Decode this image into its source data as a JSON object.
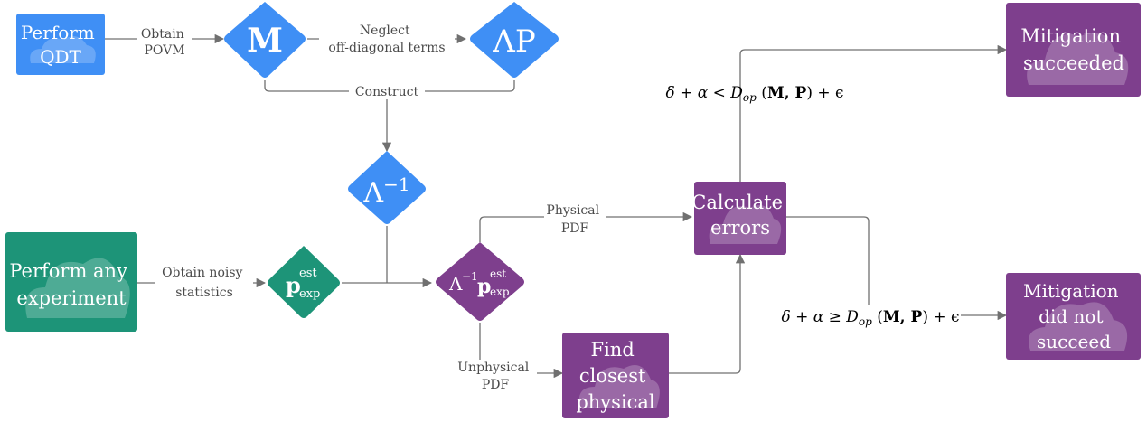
{
  "colors": {
    "blue": "#3f8ff5",
    "teal": "#1d9478",
    "purple": "#7e3f8d",
    "edge": "#707070"
  },
  "nodes": {
    "perform_qdt": [
      "Perform",
      "QDT"
    ],
    "m": "M",
    "lambda_p": "ΛP",
    "lambda_inv": {
      "base": "Λ",
      "sup": "−1"
    },
    "perform_experiment": [
      "Perform any",
      "experiment"
    ],
    "p_est": {
      "base": "p",
      "sup": "est",
      "sub": "exp"
    },
    "lambda_inv_p": {
      "prefix": "Λ",
      "prefix_sup": "−1",
      "base": "p",
      "sup": "est",
      "sub": "exp"
    },
    "find_closest": [
      "Find",
      "closest",
      "physical"
    ],
    "calculate_errors": [
      "Calculate",
      "errors"
    ],
    "mitigation_succeeded": [
      "Mitigation",
      "succeeded"
    ],
    "mitigation_failed": [
      "Mitigation",
      "did not",
      "succeed"
    ]
  },
  "edges": {
    "obtain_povm": [
      "Obtain",
      "POVM"
    ],
    "neglect": [
      "Neglect",
      "off-diagonal terms"
    ],
    "construct": "Construct",
    "obtain_noisy": [
      "Obtain noisy",
      "statistics"
    ],
    "physical_pdf": [
      "Physical",
      "PDF"
    ],
    "unphysical_pdf": [
      "Unphysical",
      "PDF"
    ]
  },
  "conditions": {
    "success": {
      "lhs": "δ + α < D",
      "sub": "op",
      "mid": " (",
      "bold": "M, P",
      "rhs": ") + ϵ"
    },
    "failure": {
      "lhs": "δ + α ≥ D",
      "sub": "op",
      "mid": " (",
      "bold": "M, P",
      "rhs": ") + ϵ"
    }
  }
}
